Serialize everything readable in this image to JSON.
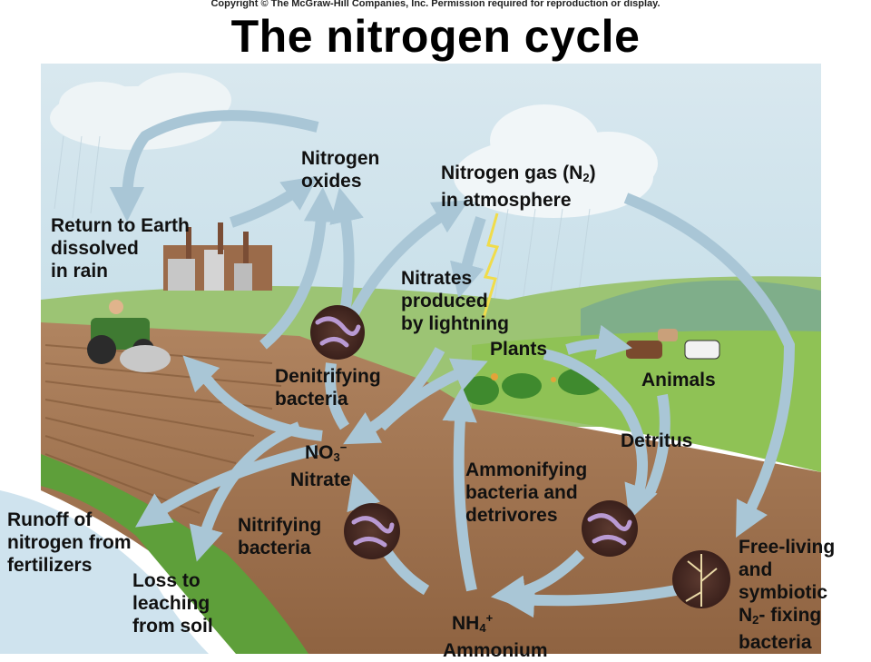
{
  "copyright": "Copyright © The McGraw-Hill Companies, Inc. Permission required for reproduction or display.",
  "title": "The nitrogen cycle",
  "labels": {
    "nitrogen_oxides": [
      "Nitrogen",
      "oxides"
    ],
    "nitrogen_gas": {
      "line1": "Nitrogen gas (N",
      "sub": "2",
      "line1_end": ")",
      "line2": "in atmosphere"
    },
    "return_to_earth": [
      "Return to Earth",
      "dissolved",
      "in rain"
    ],
    "nitrates_lightning": [
      "Nitrates",
      "produced",
      "by lightning"
    ],
    "plants": "Plants",
    "animals": "Animals",
    "denitrifying": [
      "Denitrifying",
      "bacteria"
    ],
    "detritus": "Detritus",
    "nitrate": {
      "formula": "NO",
      "sub": "3",
      "sup": "−",
      "name": "Nitrate"
    },
    "ammonifying": [
      "Ammonifying",
      "bacteria and",
      "detrivores"
    ],
    "runoff": [
      "Runoff of",
      "nitrogen from",
      "fertilizers"
    ],
    "nitrifying": [
      "Nitrifying",
      "bacteria"
    ],
    "leaching": [
      "Loss to",
      "leaching",
      "from soil"
    ],
    "ammonium": {
      "formula": "NH",
      "sub": "4",
      "sup": "+",
      "name": "Ammonium"
    },
    "free_living": {
      "lines": [
        "Free-living",
        "and",
        "symbiotic"
      ],
      "fix_pre": "N",
      "fix_sub": "2",
      "fix_post": "- fixing",
      "last": "bacteria"
    }
  },
  "colors": {
    "arrow": "#a9c6d6",
    "sky": "#cfe3ec",
    "field_green": "#8fc255",
    "soil": "#a4764e",
    "water": "#cfe3ee",
    "bacteria_bg": "#4a2b25",
    "bacteria_cell": "#b99ad3"
  }
}
